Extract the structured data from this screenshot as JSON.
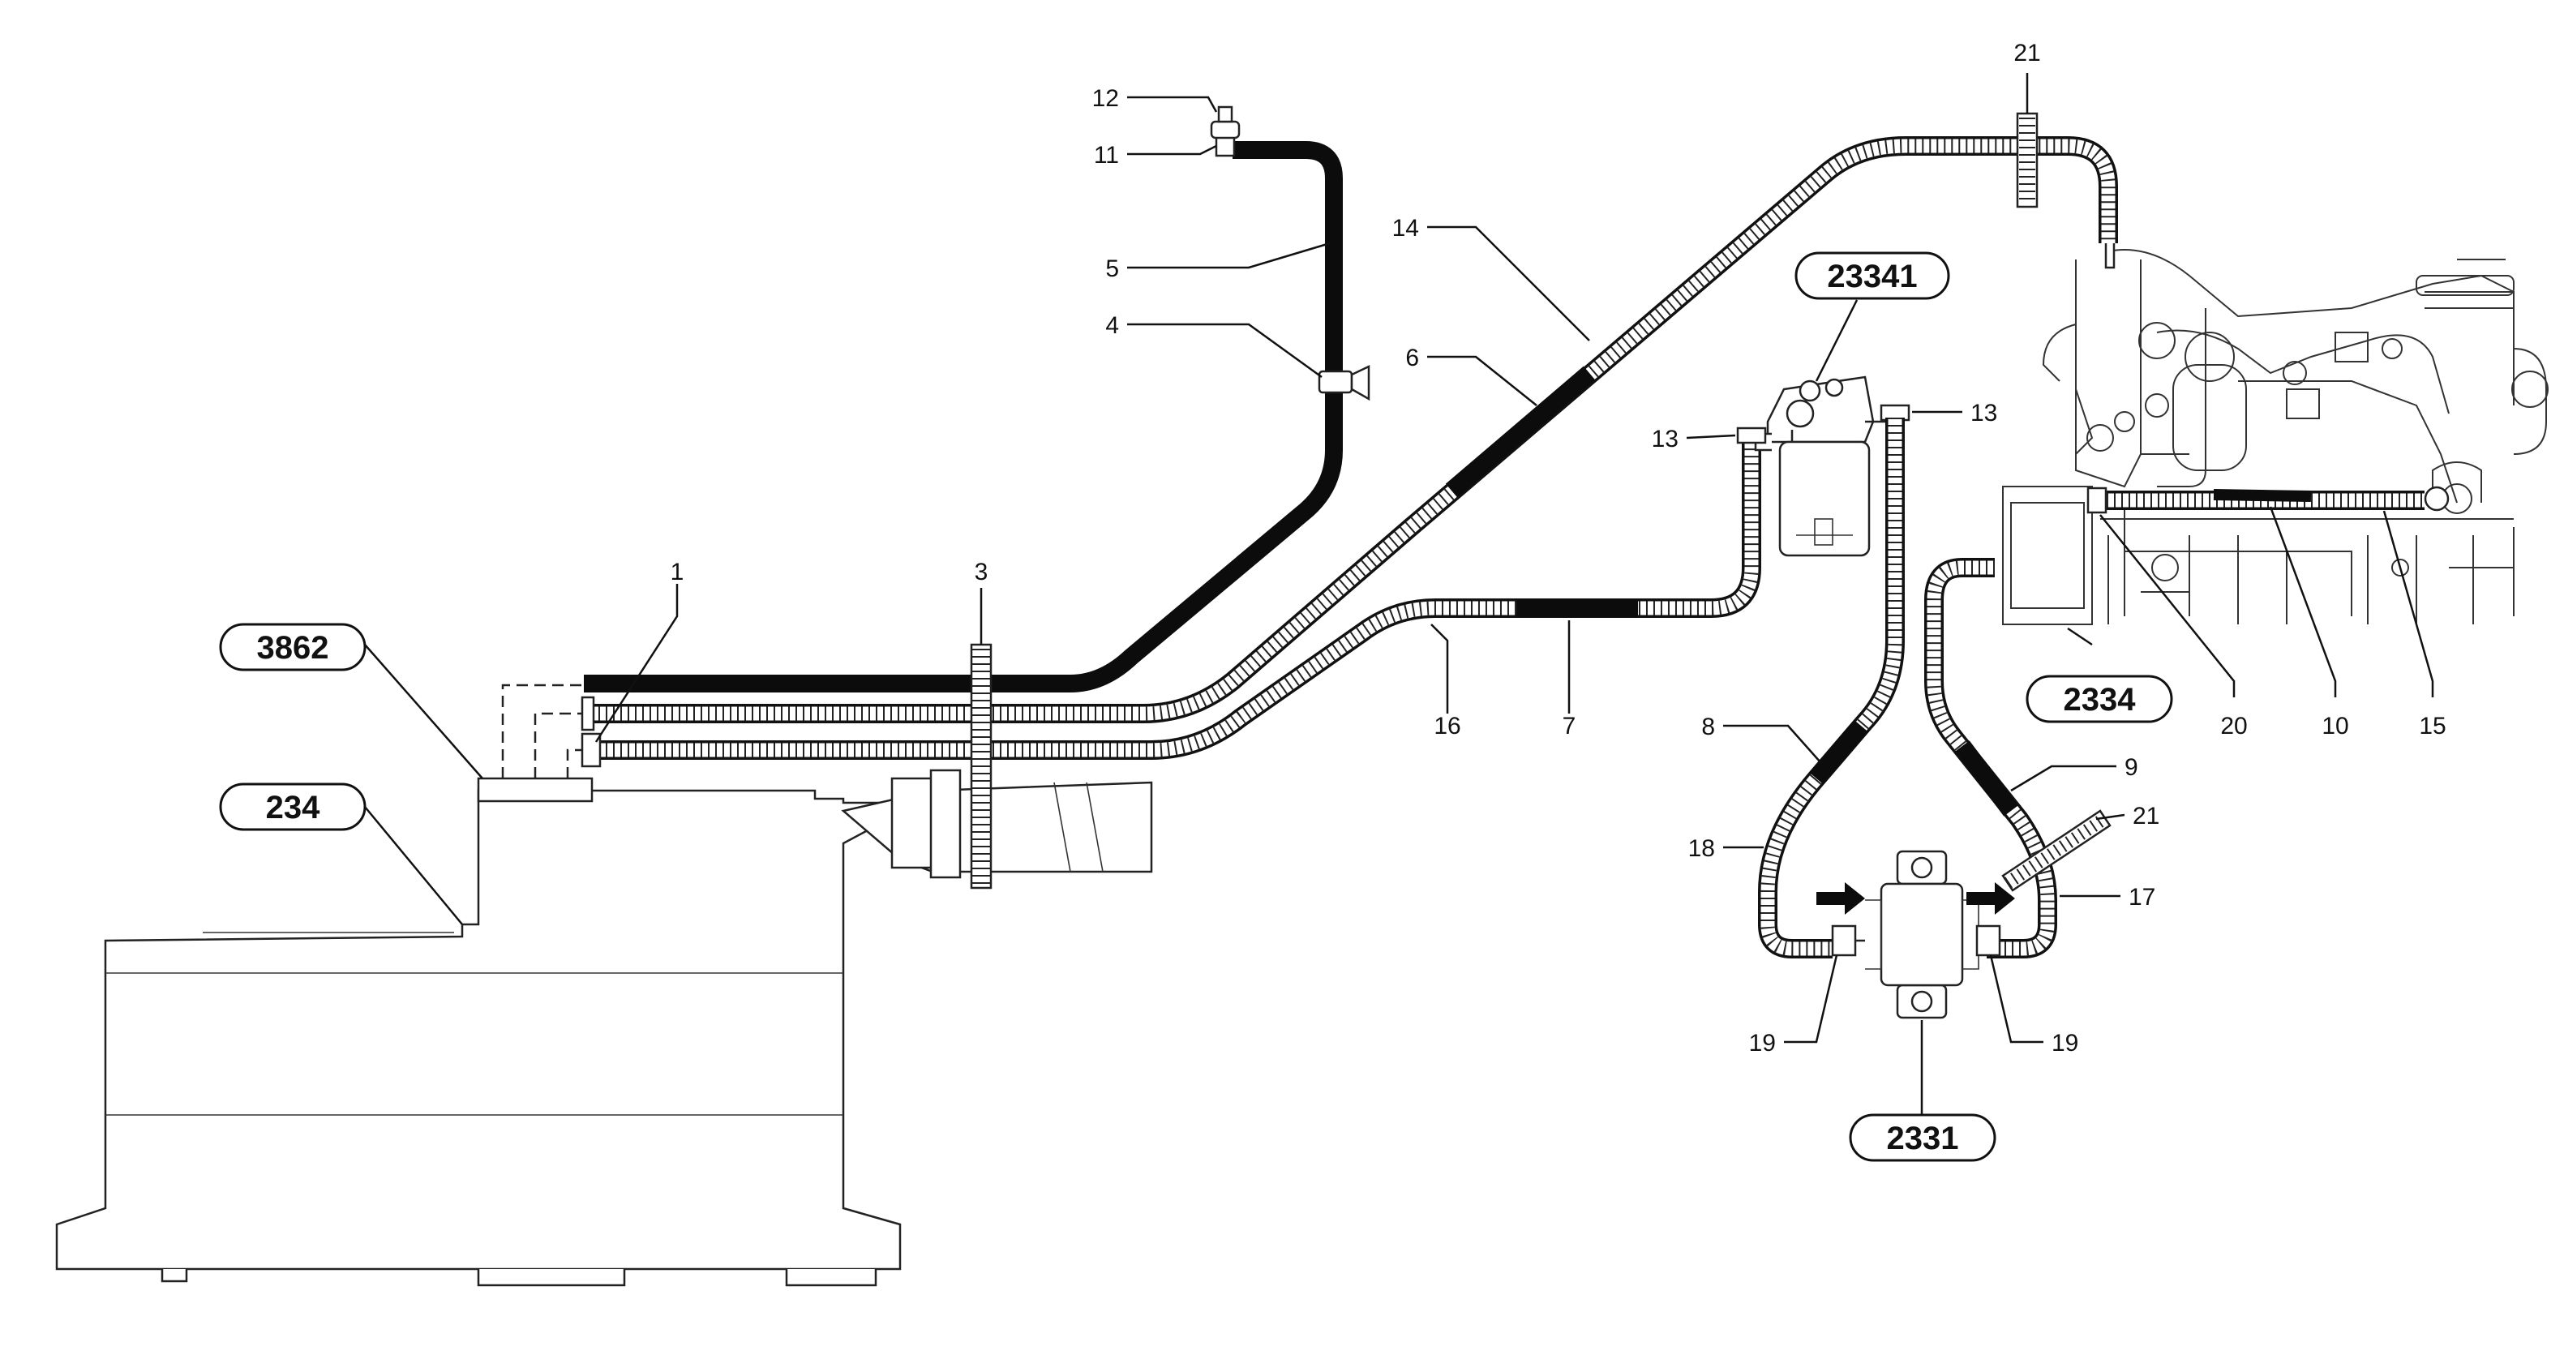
{
  "reference_callouts": [
    {
      "id": "3862",
      "text": "3862"
    },
    {
      "id": "234",
      "text": "234"
    },
    {
      "id": "23341",
      "text": "23341"
    },
    {
      "id": "2334",
      "text": "2334"
    },
    {
      "id": "2331",
      "text": "2331"
    }
  ],
  "part_labels": [
    {
      "id": "p1",
      "text": "1"
    },
    {
      "id": "p3",
      "text": "3"
    },
    {
      "id": "p4",
      "text": "4"
    },
    {
      "id": "p5",
      "text": "5"
    },
    {
      "id": "p6",
      "text": "6"
    },
    {
      "id": "p7",
      "text": "7"
    },
    {
      "id": "p8",
      "text": "8"
    },
    {
      "id": "p9",
      "text": "9"
    },
    {
      "id": "p10",
      "text": "10"
    },
    {
      "id": "p11",
      "text": "11"
    },
    {
      "id": "p12",
      "text": "12"
    },
    {
      "id": "p13a",
      "text": "13"
    },
    {
      "id": "p13b",
      "text": "13"
    },
    {
      "id": "p14",
      "text": "14"
    },
    {
      "id": "p15",
      "text": "15"
    },
    {
      "id": "p16",
      "text": "16"
    },
    {
      "id": "p17",
      "text": "17"
    },
    {
      "id": "p18",
      "text": "18"
    },
    {
      "id": "p19a",
      "text": "19"
    },
    {
      "id": "p19b",
      "text": "19"
    },
    {
      "id": "p20",
      "text": "20"
    },
    {
      "id": "p21a",
      "text": "21"
    },
    {
      "id": "p21b",
      "text": "21"
    }
  ]
}
